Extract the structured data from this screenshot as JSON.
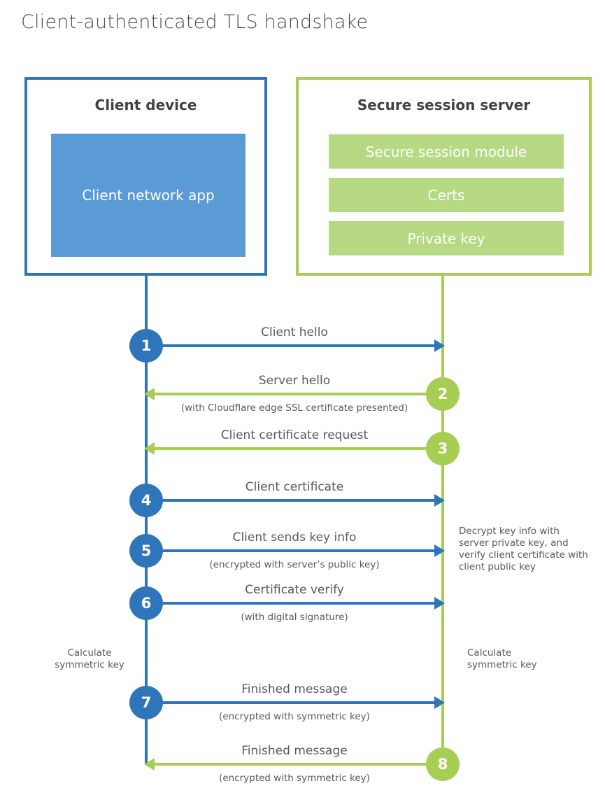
{
  "page": {
    "title": "Client-authenticated TLS handshake"
  },
  "colors": {
    "client_accent": "#2e76b9",
    "client_fill": "#5b9bd5",
    "server_accent": "#a6ce52",
    "server_fill": "#b7d983",
    "text": "#565a5c",
    "heading": "#414042"
  },
  "client_box": {
    "title": "Client device",
    "app_label": "Client network app"
  },
  "server_box": {
    "title": "Secure session server",
    "modules": [
      "Secure session module",
      "Certs",
      "Private key"
    ]
  },
  "steps": [
    {
      "number": "1",
      "label": "Client hello",
      "sublabel": "",
      "direction": "client-to-server"
    },
    {
      "number": "2",
      "label": "Server hello",
      "sublabel": "(with Cloudflare edge SSL certificate presented)",
      "direction": "server-to-client"
    },
    {
      "number": "3",
      "label": "Client certificate request",
      "sublabel": "",
      "direction": "server-to-client"
    },
    {
      "number": "4",
      "label": "Client certificate",
      "sublabel": "",
      "direction": "client-to-server"
    },
    {
      "number": "5",
      "label": "Client sends key info",
      "sublabel": "(encrypted with server’s public key)",
      "direction": "client-to-server"
    },
    {
      "number": "6",
      "label": "Certificate verify",
      "sublabel": "(with digital signature)",
      "direction": "client-to-server"
    },
    {
      "number": "7",
      "label": "Finished message",
      "sublabel": "(encrypted with symmetric key)",
      "direction": "client-to-server"
    },
    {
      "number": "8",
      "label": "Finished message",
      "sublabel": "(encrypted with symmetric key)",
      "direction": "server-to-client"
    }
  ],
  "annotations": {
    "server_note": "Decrypt key info with server private key, and verify client certificate with client public key",
    "client_calc": "Calculate symmetric key",
    "server_calc": "Calculate symmetric key"
  }
}
